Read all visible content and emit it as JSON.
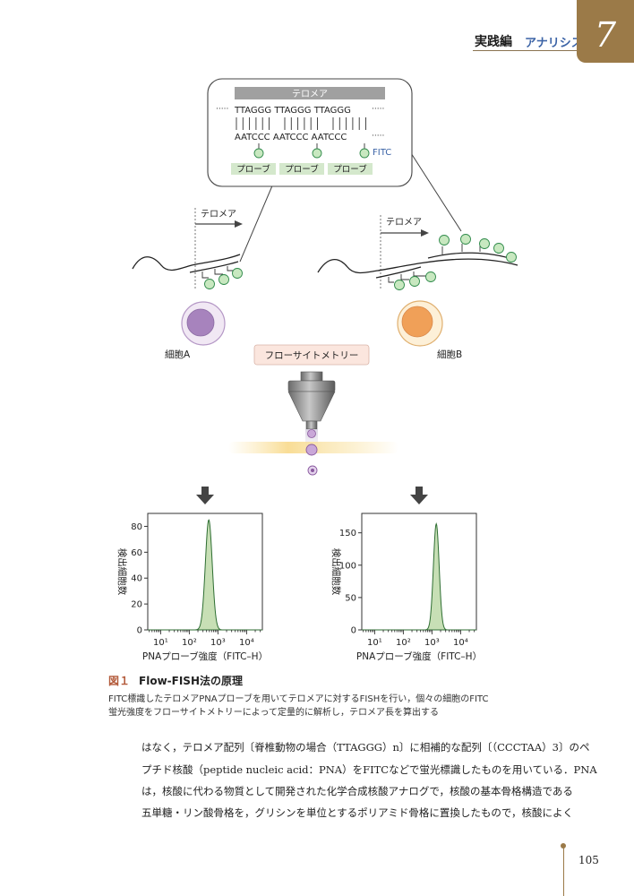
{
  "header": {
    "section": "実践編",
    "subsection": "アナリシス",
    "chapter_number": "7"
  },
  "figure": {
    "telomere_box_label": "テロメア",
    "seq_top": "TTAGGG TTAGGG TTAGGG",
    "seq_bottom": "AATCCC AATCCC AATCCC",
    "fitc_label": "FITC",
    "probe_label": "プローブ",
    "telomere_arrow_label": "テロメア",
    "cell_a_label": "細胞A",
    "cell_b_label": "細胞B",
    "flow_label": "フローサイトメトリー",
    "colors": {
      "cell_a": "#a783bd",
      "cell_b": "#f0a058",
      "fitc_dot": "#c8e8c0",
      "peak_fill": "#c7dfb5",
      "probe_box": "#d4e8cc",
      "header_box": "#a0a0a0"
    }
  },
  "chart_data": [
    {
      "type": "area",
      "x_scale": "log",
      "x_ticks": [
        "10¹",
        "10²",
        "10³",
        "10⁴"
      ],
      "y_ticks": [
        0,
        20,
        40,
        60,
        80
      ],
      "ylim": [
        0,
        90
      ],
      "xlim_log10": [
        0.55,
        4.55
      ],
      "ylabel": "検出細胞数",
      "xlabel": "PNAプローブ強度（FITC–H）",
      "peak_log10": 2.68,
      "peak_height": 85,
      "peak_width_log10": 0.12
    },
    {
      "type": "area",
      "x_scale": "log",
      "x_ticks": [
        "10¹",
        "10²",
        "10³",
        "10⁴"
      ],
      "y_ticks": [
        0,
        50,
        100,
        150
      ],
      "ylim": [
        0,
        180
      ],
      "xlim_log10": [
        0.55,
        4.55
      ],
      "ylabel": "検出細胞数",
      "xlabel": "PNAプローブ強度（FITC–H）",
      "peak_log10": 3.15,
      "peak_height": 164,
      "peak_width_log10": 0.1
    }
  ],
  "caption": {
    "number": "図１",
    "title": "Flow-FISH法の原理",
    "line1": "FITC標識したテロメアPNAプローブを用いてテロメアに対するFISHを行い，個々の細胞のFITC",
    "line2": "蛍光強度をフローサイトメトリーによって定量的に解析し，テロメア長を算出する"
  },
  "body": [
    "はなく，テロメア配列〔脊椎動物の場合（TTAGGG）n〕に相補的な配列〔（CCCTAA）3〕のペ",
    "プチド核酸（peptide nucleic acid：PNA）をFITCなどで蛍光標識したものを用いている．PNA",
    "は，核酸に代わる物質として開発された化学合成核酸アナログで，核酸の基本骨格構造である",
    "五単糖・リン酸骨格を，グリシンを単位とするポリアミド骨格に置換したもので，核酸によく"
  ],
  "page_number": "105"
}
